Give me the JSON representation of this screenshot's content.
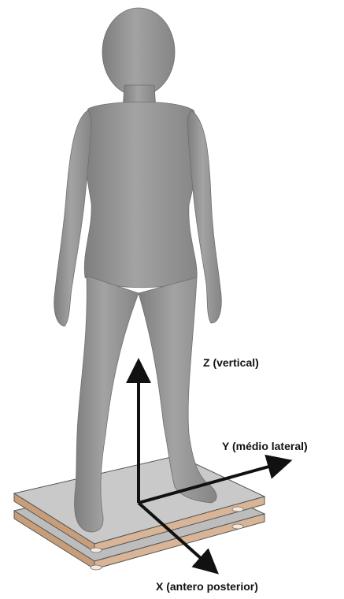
{
  "labels": {
    "z_axis": "Z (vertical)",
    "y_axis": "Y (médio lateral)",
    "x_axis": "X (antero posterior)"
  },
  "colors": {
    "figure_fill": "#9a9a9a",
    "figure_shadow": "#7d7d7d",
    "plate_top": "#c8c8c8",
    "plate_edge": "#b08a6a",
    "axis": "#111111",
    "background": "#ffffff"
  }
}
